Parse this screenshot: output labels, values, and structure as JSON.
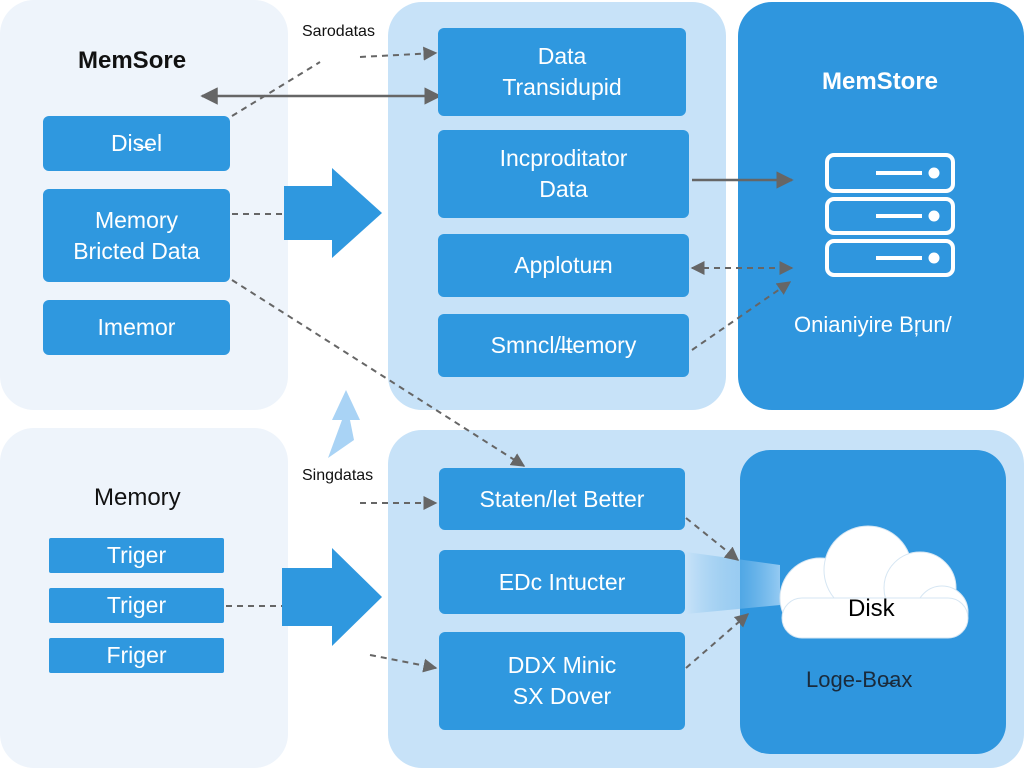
{
  "top_left": {
    "title": "MemSore",
    "items": [
      "Dis̶el",
      "Memory\nBricted Data",
      "Imemor"
    ]
  },
  "bottom_left": {
    "title": "Memory",
    "items": [
      "Triger",
      "Triger",
      "Friger"
    ]
  },
  "notes": {
    "top": "Saro\ndatas",
    "bottom": "Sing\ndatas"
  },
  "top_center": {
    "items": [
      "Data\nTransidupid",
      "Incproditator\nData",
      "Applotur̶n",
      "Smncl/l̶temory"
    ]
  },
  "bottom_center": {
    "items": [
      "Staten/let Better",
      "EDc Intucter",
      "DDX Minic\nSX Dover"
    ]
  },
  "top_right": {
    "title": "MemStore",
    "caption": "Onianiyire Bŗun/",
    "icon": "server-stack-icon"
  },
  "bottom_right": {
    "cloud_label": "Disk",
    "caption": "Loge-Bo̶ax",
    "icon": "cloud-icon"
  },
  "colors": {
    "box_blue": "#2f98df",
    "panel_light": "#c7e2f8",
    "panel_pale": "#eef4fb",
    "panel_deep": "#2f96de",
    "connector": "#666666"
  }
}
